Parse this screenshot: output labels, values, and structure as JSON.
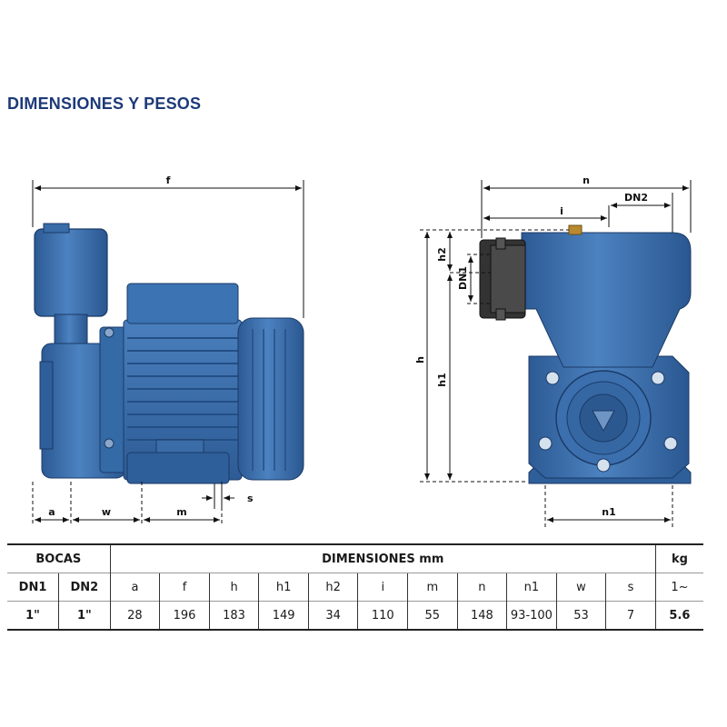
{
  "page": {
    "title": "DIMENSIONES Y PESOS"
  },
  "dimension_labels": {
    "f": "f",
    "a": "a",
    "w": "w",
    "m": "m",
    "s": "s",
    "n": "n",
    "i": "i",
    "DN2": "DN2",
    "DN1": "DN1",
    "h": "h",
    "h1": "h1",
    "h2": "h2",
    "n1": "n1"
  },
  "table": {
    "group_bocas": "BOCAS",
    "group_dimensiones": "DIMENSIONES mm",
    "group_kg": "kg",
    "col_dn1": "DN1",
    "col_dn2": "DN2",
    "dim_columns": [
      "a",
      "f",
      "h",
      "h1",
      "h2",
      "i",
      "m",
      "n",
      "n1",
      "w",
      "s"
    ],
    "kg_unit": "1~",
    "row": {
      "dn1": "1\"",
      "dn2": "1\"",
      "dims": [
        "28",
        "196",
        "183",
        "149",
        "34",
        "110",
        "55",
        "148",
        "93-100",
        "53",
        "7"
      ],
      "kg": "5.6"
    }
  },
  "colors": {
    "pump_blue": "#3b6fae",
    "title_blue": "#1d3a78"
  }
}
